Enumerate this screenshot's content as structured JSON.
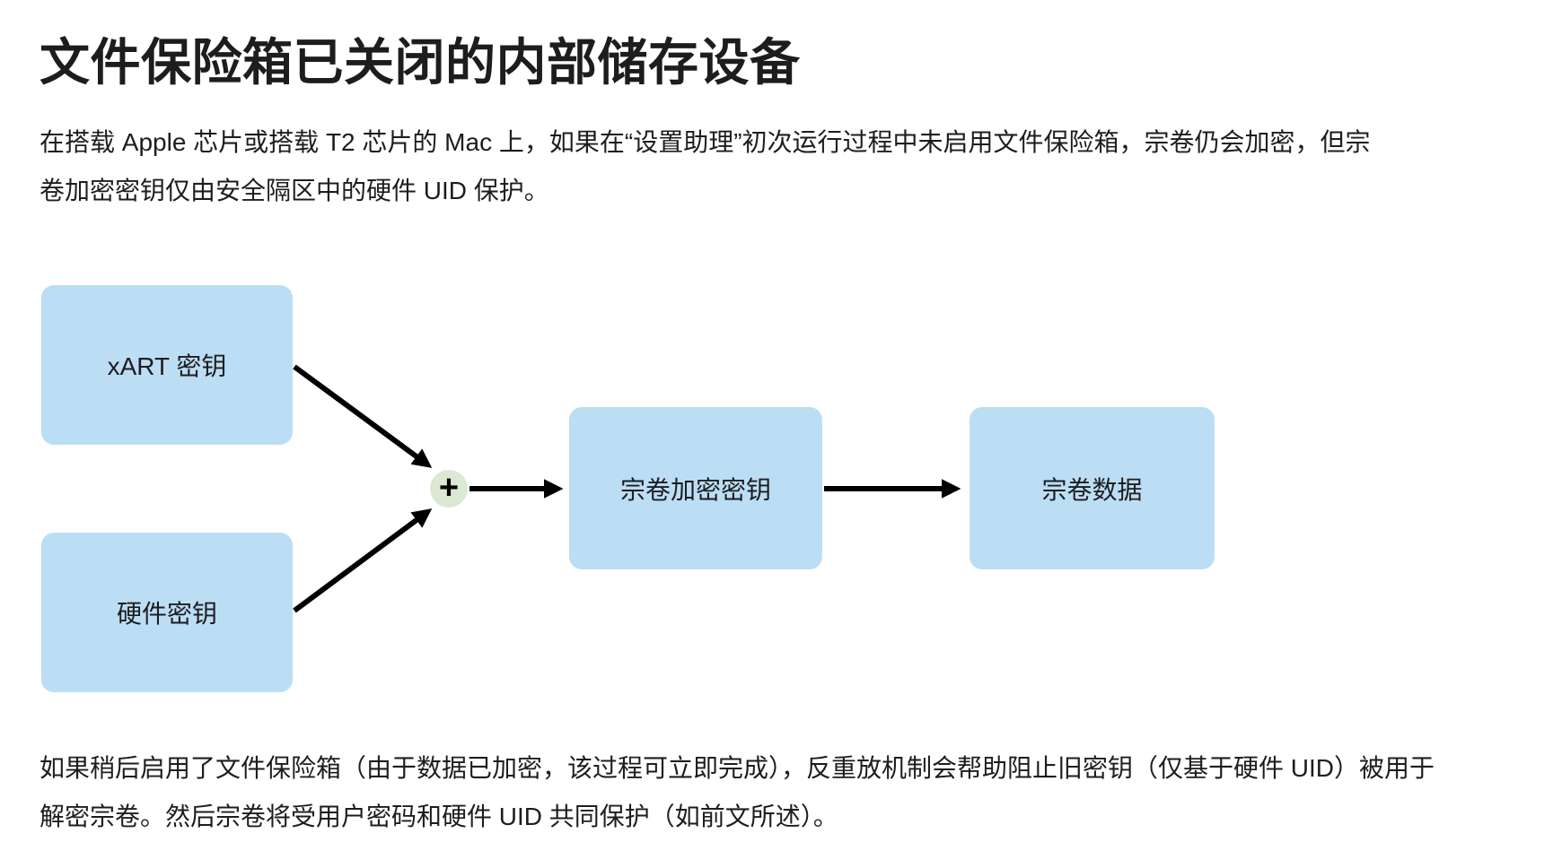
{
  "page": {
    "title": "文件保险箱已关闭的内部储存设备",
    "intro_paragraph_lines": [
      "在搭载 Apple 芯片或搭载 T2 芯片的 Mac 上，如果在“设置助理”初次运行过程中未启用文件保险箱，宗卷仍会加密，但宗",
      "卷加密密钥仅由安全隔区中的硬件 UID 保护。"
    ],
    "outro_paragraph_lines": [
      "如果稍后启用了文件保险箱（由于数据已加密，该过程可立即完成），反重放机制会帮助阻止旧密钥（仅基于硬件 UID）被用于",
      "解密宗卷。然后宗卷将受用户密码和硬件 UID 共同保护（如前文所述）。"
    ]
  },
  "diagram": {
    "plus_symbol": "+",
    "nodes": [
      {
        "id": "xart-key",
        "label": "xART 密钥"
      },
      {
        "id": "hardware-key",
        "label": "硬件密钥"
      },
      {
        "id": "volume-encryption-key",
        "label": "宗卷加密密钥"
      },
      {
        "id": "volume-data",
        "label": "宗卷数据"
      }
    ],
    "edges": [
      {
        "from": "xart-key",
        "to": "combiner"
      },
      {
        "from": "hardware-key",
        "to": "combiner"
      },
      {
        "from": "combiner",
        "to": "volume-encryption-key"
      },
      {
        "from": "volume-encryption-key",
        "to": "volume-data"
      }
    ],
    "colors": {
      "node_fill": "#BCDEF5",
      "combiner_fill": "#DAE8D4",
      "arrow": "#000000",
      "text": "#1D1D1F",
      "background": "#FFFFFF"
    }
  }
}
